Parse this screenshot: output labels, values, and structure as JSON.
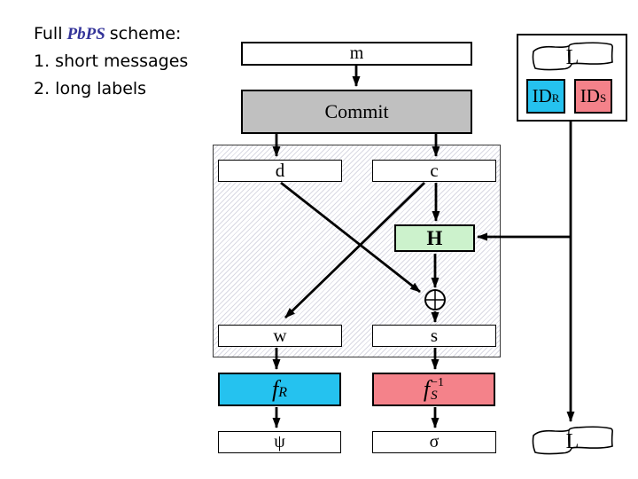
{
  "title": {
    "prefix": "Full",
    "scheme_name": "PbPS",
    "suffix": "scheme:",
    "items": [
      "1.  short messages",
      "2.  long labels"
    ]
  },
  "boxes": {
    "m": "m",
    "commit": "Commit",
    "d": "d",
    "c": "c",
    "h": "H",
    "w": "w",
    "s": "s",
    "psi": "ψ",
    "sigma": "σ",
    "label_top": "L",
    "label_bottom": "L",
    "id_r": {
      "base": "ID",
      "sub": "R"
    },
    "id_s": {
      "base": "ID",
      "sub": "S"
    },
    "f_r": {
      "base": "f",
      "sub": "R"
    },
    "f_s": {
      "base": "f",
      "sub": "S",
      "sup": "−1"
    }
  },
  "icons": {
    "xor": "⊕"
  },
  "colors": {
    "commit_bg": "#c0c0c0",
    "h_bg": "#ccf2cc",
    "cyan_bg": "#25c2ef",
    "salmon_bg": "#f4828a",
    "scheme_text": "#333399",
    "hatch_line": "#d9d9e3"
  }
}
